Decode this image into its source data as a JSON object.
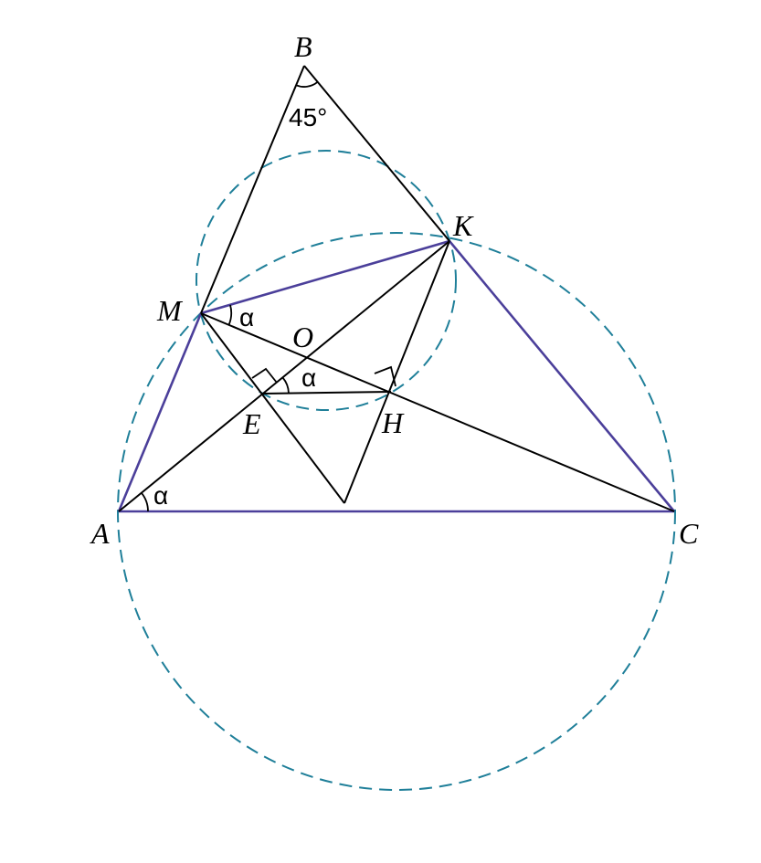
{
  "points": {
    "A": "A",
    "B": "B",
    "C": "C",
    "K": "K",
    "M": "M",
    "O": "O",
    "E": "E",
    "H": "H"
  },
  "angles": {
    "B": "45°",
    "alpha_M": "α",
    "alpha_E": "α",
    "alpha_A": "α"
  },
  "colors": {
    "highlight": "#4b3f9a",
    "circle": "#1f7f99",
    "lines": "#000000"
  }
}
